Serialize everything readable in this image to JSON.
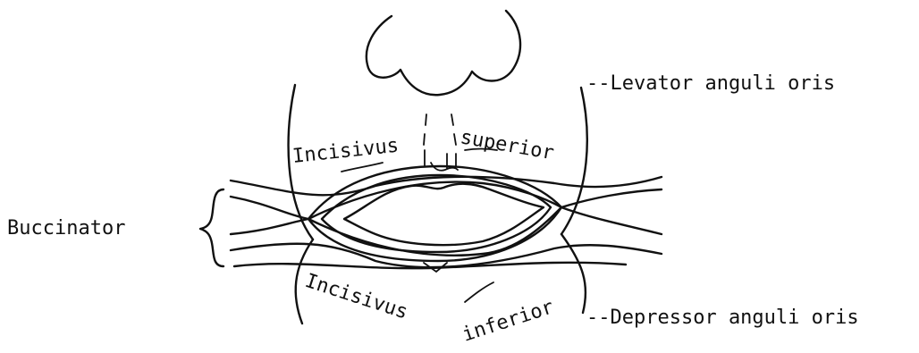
{
  "labels": {
    "levator": "--Levator anguli oris",
    "buccinator": "Buccinator",
    "depressor": "--Depressor anguli oris",
    "incisivus_superior_1": "Incisivus",
    "incisivus_superior_2": "superior",
    "incisivus_inferior_1": "Incisivus",
    "incisivus_inferior_2": "inferior"
  }
}
